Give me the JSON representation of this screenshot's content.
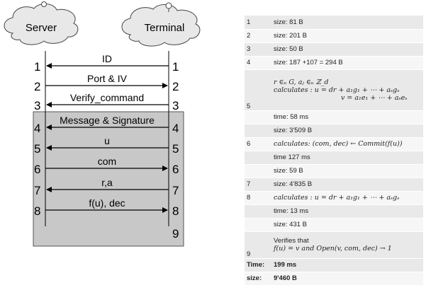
{
  "diagram": {
    "server_label": "Server",
    "terminal_label": "Terminal",
    "messages": [
      {
        "label": "ID",
        "left_num": "1",
        "right_num": "1"
      },
      {
        "label": "Port & IV",
        "left_num": "2",
        "right_num": "2"
      },
      {
        "label": "Verify_command",
        "left_num": "3",
        "right_num": "3"
      },
      {
        "label": "Message & Signature",
        "left_num": "4",
        "right_num": "4"
      },
      {
        "label": "u",
        "left_num": "5",
        "right_num": "5"
      },
      {
        "label": "com",
        "left_num": "6",
        "right_num": "6"
      },
      {
        "label": "r,a",
        "left_num": "7",
        "right_num": "7"
      },
      {
        "label": "f(u), dec",
        "left_num": "8",
        "right_num": "8"
      }
    ],
    "final_num": "9"
  },
  "table": {
    "rows": [
      {
        "num": "1",
        "lines": [
          "size: 81 B"
        ]
      },
      {
        "num": "2",
        "lines": [
          "size: 201 B"
        ]
      },
      {
        "num": "3",
        "lines": [
          "size: 50 B"
        ]
      },
      {
        "num": "4",
        "lines": [
          "size: 187 +107 = 294 B"
        ]
      },
      {
        "num": "5",
        "lines": [
          "r ∈ᵤ G, aⱼ ∈ᵤ ℤ_d",
          "calculates : u = dr + a₁g₁ + ⋯ + aₛgₛ",
          "v = a₁e₁ + ⋯ + aₛeₛ"
        ]
      },
      {
        "num": "",
        "lines": [
          "time: 58 ms"
        ]
      },
      {
        "num": "",
        "lines": [
          "size: 3'509 B"
        ]
      },
      {
        "num": "6",
        "lines": [
          "calculates: (com, dec) ← Commit(f(u))"
        ]
      },
      {
        "num": "",
        "lines": [
          "time 127 ms"
        ]
      },
      {
        "num": "",
        "lines": [
          "size: 59 B"
        ]
      },
      {
        "num": "7",
        "lines": [
          "size: 4'835 B"
        ]
      },
      {
        "num": "8",
        "lines": [
          "calculates : u = dr + a₁g₁ + ⋯ + aₛgₛ"
        ]
      },
      {
        "num": "",
        "lines": [
          "time: 13 ms"
        ]
      },
      {
        "num": "",
        "lines": [
          "size: 431 B"
        ]
      },
      {
        "num": "9",
        "lines": [
          "Verifies that",
          "f(u) = v  and Open(v, com, dec) → 1"
        ]
      }
    ],
    "summary": [
      {
        "label": "Time:",
        "value": "199 ms"
      },
      {
        "label": "size:",
        "value": "9'460 B"
      }
    ]
  }
}
